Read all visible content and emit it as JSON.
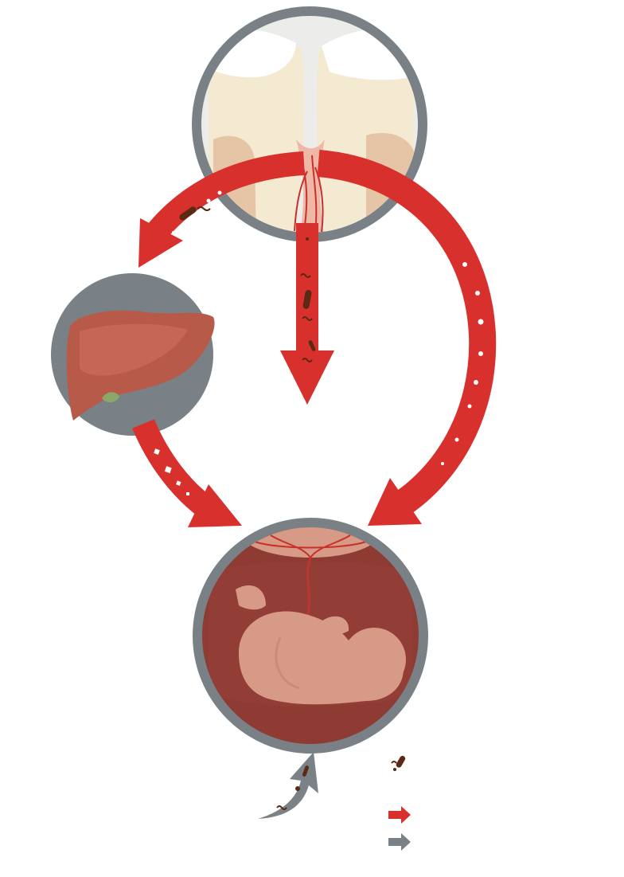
{
  "diagram": {
    "nodes": [
      {
        "id": "oral-cavity",
        "icon": "teeth-gingiva-icon"
      },
      {
        "id": "liver",
        "icon": "liver-icon"
      },
      {
        "id": "uterus",
        "icon": "fetus-in-uterus-icon"
      }
    ],
    "edges": [
      {
        "from": "oral-cavity",
        "to": "liver",
        "kind": "hematogenous"
      },
      {
        "from": "oral-cavity",
        "to": "systemic-circulation",
        "kind": "hematogenous"
      },
      {
        "from": "oral-cavity",
        "to": "uterus",
        "kind": "hematogenous"
      },
      {
        "from": "liver",
        "to": "uterus",
        "kind": "hematogenous"
      },
      {
        "from": "lower-genital-tract",
        "to": "uterus",
        "kind": "ascending"
      }
    ],
    "legend": [
      {
        "icon": "bacteria-cluster-icon"
      },
      {
        "icon": "red-arrow-icon",
        "color": "#d8302c"
      },
      {
        "icon": "gray-arrow-icon",
        "color": "#7a8085"
      }
    ]
  },
  "colors": {
    "circle_border": "#7a8186",
    "arrow_red": "#d8302c",
    "arrow_gray": "#7b8287",
    "bacteria_dark": "#5a2a14",
    "uterus_wall": "#8e3b34",
    "fetus_skin": "#d79a86",
    "liver": "#b85a4a",
    "tooth": "#f4ead2",
    "gum": "#e6b7a2"
  }
}
